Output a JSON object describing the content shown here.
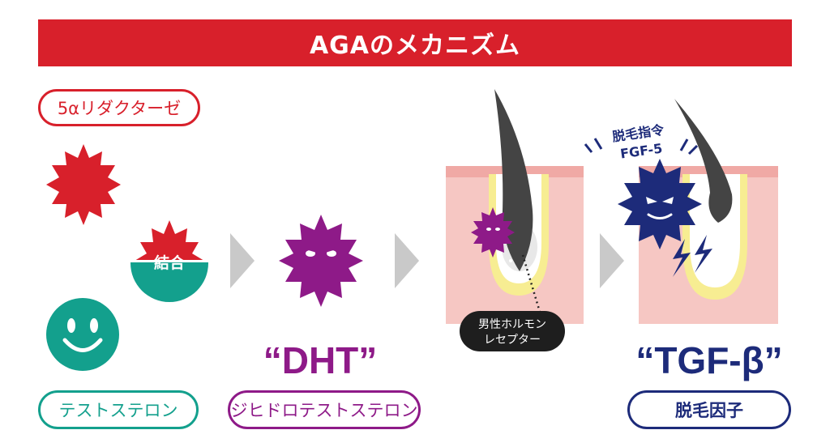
{
  "title": "AGAのメカニズム",
  "enzyme_label": "5αリダクターゼ",
  "bind_label": "結合",
  "testosterone_label": "テストステロン",
  "dht_quote": "“DHT”",
  "dht_label": "ジヒドロテストステロン",
  "receptor_label_line1": "男性ホルモン",
  "receptor_label_line2": "レセプター",
  "signal_line1": "脱毛指令",
  "signal_line2": "FGF-5",
  "tgf_quote": "“TGF-β”",
  "tgf_label": "脱毛因子",
  "colors": {
    "red": "#d8202b",
    "teal": "#13a08d",
    "purple": "#8e1a88",
    "navy": "#1d2b7a",
    "skin": "#f6c7c3",
    "follicle_yellow": "#f7ed92",
    "arrow_gray": "#c9c9c9"
  }
}
